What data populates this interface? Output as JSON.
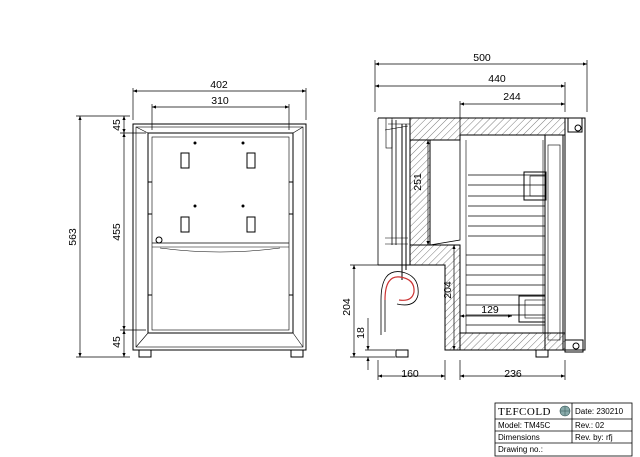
{
  "dimensions": {
    "front_overall_width": "402",
    "front_inner_width": "310",
    "front_overall_height": "563",
    "front_inner_height": "455",
    "front_top_gap": "45",
    "front_bottom_gap": "45",
    "side_overall_depth": "500",
    "side_cabinet_depth": "440",
    "side_inner_depth": "244",
    "side_upper_height": "251",
    "side_lower_height": "204",
    "side_lower_depth": "129",
    "side_step_height": "204",
    "side_foot_height": "18",
    "side_base_rear": "160",
    "side_base_front": "236"
  },
  "title_block": {
    "brand": "TEFCOLD",
    "date": "Date: 230210",
    "model": "Model: TM45C",
    "rev": "Rev.: 02",
    "dimensions_label": "Dimensions",
    "rev_by": "Rev. by: rfj",
    "drawing_no": "Drawing no.:"
  }
}
